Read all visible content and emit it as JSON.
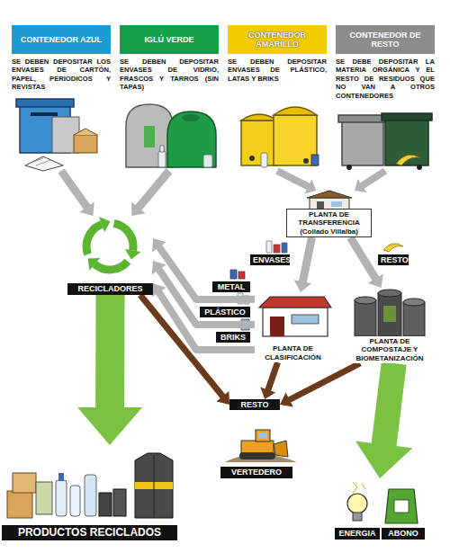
{
  "diagram": {
    "nodes": [
      {
        "text": [
          "CONTENEDOR AZUL",
          "SE DEBEN DEPOSITAR LOS ENVASES DE CARTÓN, PAPEL, PERIODICOS Y REVISTAS"
        ]
      },
      {
        "text": [
          "IGLÚ VERDE",
          "SE DEBEN DEPOSITAR ENVASES DE VIDRIO, FRASCOS Y TARROS (SIN TAPAS)"
        ]
      },
      {
        "text": [
          "CONTENEDOR AMARILLO",
          "SE DEBEN DEPOSITAR ENVASES DE PLÁSTICO, LATAS Y BRIKS"
        ]
      },
      {
        "text": [
          "CONTENEDOR DE RESTO",
          "SE DEBE DEPOSITAR LA MATERIA ORGÁNICA Y EL RESTO DE RESIDUOS QUE NO VAN A OTROS CONTENEDORES"
        ]
      },
      {
        "text": [
          "RECICLADORES"
        ]
      },
      {
        "text": [
          "PLANTA DE TRANSFERENCIA (Collado Villalba)"
        ]
      },
      {
        "text": [
          "ENVASES"
        ]
      },
      {
        "text": [
          "RESTO"
        ]
      },
      {
        "text": [
          "METAL"
        ]
      },
      {
        "text": [
          "PLÁSTICO"
        ]
      },
      {
        "text": [
          "BRIKS"
        ]
      },
      {
        "text": [
          "PLANTA DE CLASIFICACIÓN"
        ]
      },
      {
        "text": [
          "PLANTA DE COMPOSTAJE Y BIOMETANIZACIÓN"
        ]
      },
      {
        "text": [
          "RESTO"
        ]
      },
      {
        "text": [
          "VERTEDERO"
        ]
      },
      {
        "text": [
          "PRODUCTOS RECICLADOS"
        ]
      },
      {
        "text": [
          "ENERGIA"
        ]
      },
      {
        "text": [
          "ABONO"
        ]
      }
    ],
    "edges": [
      {
        "from": 0,
        "to": 4,
        "arrow": "to"
      },
      {
        "from": 1,
        "to": 4,
        "arrow": "to"
      },
      {
        "from": 2,
        "to": 5,
        "arrow": "to"
      },
      {
        "from": 3,
        "to": 5,
        "arrow": "to"
      },
      {
        "from": 5,
        "to": 11,
        "arrow": "to"
      },
      {
        "from": 5,
        "to": 12,
        "arrow": "to"
      },
      {
        "from": 11,
        "to": 4,
        "arrow": "to"
      },
      {
        "from": 11,
        "to": 4,
        "arrow": "to"
      },
      {
        "from": 11,
        "to": 4,
        "arrow": "to"
      },
      {
        "from": 4,
        "to": 13,
        "arrow": "to"
      },
      {
        "from": 11,
        "to": 13,
        "arrow": "to"
      },
      {
        "from": 12,
        "to": 13,
        "arrow": "to"
      },
      {
        "from": 4,
        "to": 15,
        "arrow": "to"
      },
      {
        "from": 12,
        "to": 16,
        "arrow": "to"
      }
    ]
  }
}
